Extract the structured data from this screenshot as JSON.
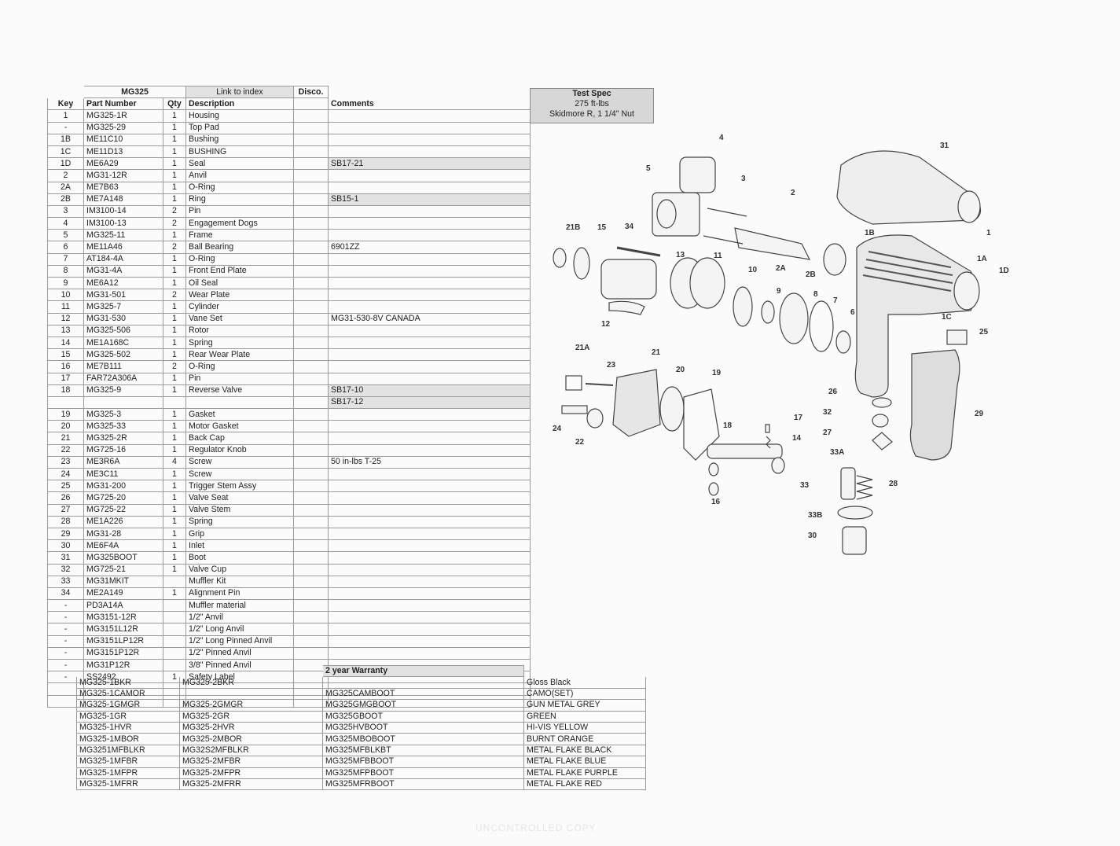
{
  "header": {
    "model": "MG325",
    "link": "Link to index",
    "disco": "Disco.",
    "col_key": "Key",
    "col_part": "Part Number",
    "col_qty": "Qty",
    "col_desc": "Description",
    "col_comments": "Comments"
  },
  "test_spec": {
    "title": "Test Spec",
    "torque": "275 ft-lbs",
    "fixture": "Skidmore R, 1 1/4\" Nut"
  },
  "parts": [
    {
      "key": "1",
      "part": "MG325-1R",
      "qty": "1",
      "desc": "Housing",
      "comment": ""
    },
    {
      "key": "-",
      "part": "MG325-29",
      "qty": "1",
      "desc": "Top Pad",
      "comment": ""
    },
    {
      "key": "1B",
      "part": "ME11C10",
      "qty": "1",
      "desc": "Bushing",
      "comment": ""
    },
    {
      "key": "1C",
      "part": "ME11D13",
      "qty": "1",
      "desc": "BUSHING",
      "comment": ""
    },
    {
      "key": "1D",
      "part": "ME6A29",
      "qty": "1",
      "desc": "Seal",
      "comment": "SB17-21",
      "shade": true
    },
    {
      "key": "2",
      "part": "MG31-12R",
      "qty": "1",
      "desc": "Anvil",
      "comment": ""
    },
    {
      "key": "2A",
      "part": "ME7B63",
      "qty": "1",
      "desc": "O-Ring",
      "comment": ""
    },
    {
      "key": "2B",
      "part": "ME7A148",
      "qty": "1",
      "desc": "Ring",
      "comment": "SB15-1",
      "shade": true
    },
    {
      "key": "3",
      "part": "IM3100-14",
      "qty": "2",
      "desc": "Pin",
      "comment": ""
    },
    {
      "key": "4",
      "part": "IM3100-13",
      "qty": "2",
      "desc": "Engagement Dogs",
      "comment": ""
    },
    {
      "key": "5",
      "part": "MG325-11",
      "qty": "1",
      "desc": "Frame",
      "comment": ""
    },
    {
      "key": "6",
      "part": "ME11A46",
      "qty": "2",
      "desc": "Ball Bearing",
      "comment": "6901ZZ"
    },
    {
      "key": "7",
      "part": "AT184-4A",
      "qty": "1",
      "desc": "O-Ring",
      "comment": ""
    },
    {
      "key": "8",
      "part": "MG31-4A",
      "qty": "1",
      "desc": "Front End Plate",
      "comment": ""
    },
    {
      "key": "9",
      "part": "ME6A12",
      "qty": "1",
      "desc": "Oil Seal",
      "comment": ""
    },
    {
      "key": "10",
      "part": "MG31-501",
      "qty": "2",
      "desc": "Wear Plate",
      "comment": ""
    },
    {
      "key": "11",
      "part": "MG325-7",
      "qty": "1",
      "desc": "Cylinder",
      "comment": ""
    },
    {
      "key": "12",
      "part": "MG31-530",
      "qty": "1",
      "desc": "Vane Set",
      "comment": "MG31-530-8V  CANADA"
    },
    {
      "key": "13",
      "part": "MG325-506",
      "qty": "1",
      "desc": "Rotor",
      "comment": ""
    },
    {
      "key": "14",
      "part": "ME1A168C",
      "qty": "1",
      "desc": "Spring",
      "comment": ""
    },
    {
      "key": "15",
      "part": "MG325-502",
      "qty": "1",
      "desc": "Rear Wear Plate",
      "comment": ""
    },
    {
      "key": "16",
      "part": "ME7B111",
      "qty": "2",
      "desc": "O-Ring",
      "comment": ""
    },
    {
      "key": "17",
      "part": "FAR72A306A",
      "qty": "1",
      "desc": "Pin",
      "comment": ""
    },
    {
      "key": "18",
      "part": "MG325-9",
      "qty": "1",
      "desc": "Reverse Valve",
      "comment": "SB17-10",
      "shade": true
    },
    {
      "key": "",
      "part": "",
      "qty": "",
      "desc": "",
      "comment": "SB17-12",
      "shade": true
    },
    {
      "key": "19",
      "part": "MG325-3",
      "qty": "1",
      "desc": "Gasket",
      "comment": ""
    },
    {
      "key": "20",
      "part": "MG325-33",
      "qty": "1",
      "desc": "Motor Gasket",
      "comment": ""
    },
    {
      "key": "21",
      "part": "MG325-2R",
      "qty": "1",
      "desc": "Back Cap",
      "comment": ""
    },
    {
      "key": "22",
      "part": "MG725-16",
      "qty": "1",
      "desc": "Regulator Knob",
      "comment": ""
    },
    {
      "key": "23",
      "part": "ME3R6A",
      "qty": "4",
      "desc": "Screw",
      "comment": "50 in-lbs  T-25"
    },
    {
      "key": "24",
      "part": "ME3C11",
      "qty": "1",
      "desc": "Screw",
      "comment": ""
    },
    {
      "key": "25",
      "part": "MG31-200",
      "qty": "1",
      "desc": "Trigger Stem Assy",
      "comment": ""
    },
    {
      "key": "26",
      "part": "MG725-20",
      "qty": "1",
      "desc": "Valve Seat",
      "comment": ""
    },
    {
      "key": "27",
      "part": "MG725-22",
      "qty": "1",
      "desc": "Valve Stem",
      "comment": ""
    },
    {
      "key": "28",
      "part": "ME1A226",
      "qty": "1",
      "desc": "Spring",
      "comment": ""
    },
    {
      "key": "29",
      "part": "MG31-28",
      "qty": "1",
      "desc": "Grip",
      "comment": ""
    },
    {
      "key": "30",
      "part": "ME6F4A",
      "qty": "1",
      "desc": "Inlet",
      "comment": ""
    },
    {
      "key": "31",
      "part": "MG325BOOT",
      "qty": "1",
      "desc": "Boot",
      "comment": ""
    },
    {
      "key": "32",
      "part": "MG725-21",
      "qty": "1",
      "desc": "Valve Cup",
      "comment": ""
    },
    {
      "key": "33",
      "part": "MG31MKIT",
      "qty": "",
      "desc": "Muffler Kit",
      "comment": ""
    },
    {
      "key": "34",
      "part": "ME2A149",
      "qty": "1",
      "desc": "Alignment Pin",
      "comment": ""
    },
    {
      "key": "-",
      "part": "PD3A14A",
      "qty": "",
      "desc": "Muffler material",
      "comment": ""
    },
    {
      "key": "-",
      "part": "MG3151-12R",
      "qty": "",
      "desc": "1/2\" Anvil",
      "comment": ""
    },
    {
      "key": "-",
      "part": "MG3151L12R",
      "qty": "",
      "desc": "1/2\" Long Anvil",
      "comment": ""
    },
    {
      "key": "-",
      "part": "MG3151LP12R",
      "qty": "",
      "desc": "1/2\" Long Pinned Anvil",
      "comment": ""
    },
    {
      "key": "-",
      "part": "MG3151P12R",
      "qty": "",
      "desc": "1/2\" Pinned Anvil",
      "comment": ""
    },
    {
      "key": "-",
      "part": "MG31P12R",
      "qty": "",
      "desc": "3/8\" Pinned Anvil",
      "comment": ""
    },
    {
      "key": "-",
      "part": "SS2492",
      "qty": "1",
      "desc": "Safety Label",
      "comment": ""
    },
    {
      "key": "",
      "part": "",
      "qty": "",
      "desc": "",
      "comment": ""
    },
    {
      "key": "",
      "part": "",
      "qty": "",
      "desc": "",
      "comment": ""
    }
  ],
  "warranty_label": "2 year Warranty",
  "variants": [
    {
      "housing": "MG325-1BKR",
      "cap": "MG325-2BKR",
      "boot": "",
      "color": "Gloss Black"
    },
    {
      "housing": "MG325-1CAMOR",
      "cap": "",
      "boot": "MG325CAMBOOT",
      "color": "CAMO(SET)"
    },
    {
      "housing": "MG325-1GMGR",
      "cap": "MG325-2GMGR",
      "boot": "MG325GMGBOOT",
      "color": "GUN METAL GREY"
    },
    {
      "housing": "MG325-1GR",
      "cap": "MG325-2GR",
      "boot": "MG325GBOOT",
      "color": "GREEN"
    },
    {
      "housing": "MG325-1HVR",
      "cap": "MG325-2HVR",
      "boot": "MG325HVBOOT",
      "color": "HI-VIS YELLOW"
    },
    {
      "housing": "MG325-1MBOR",
      "cap": "MG325-2MBOR",
      "boot": "MG325MBOBOOT",
      "color": "BURNT ORANGE"
    },
    {
      "housing": "MG3251MFBLKR",
      "cap": "MG32S2MFBLKR",
      "boot": "MG325MFBLKBT",
      "color": "METAL FLAKE BLACK"
    },
    {
      "housing": "MG325-1MFBR",
      "cap": "MG325-2MFBR",
      "boot": "MG325MFBBOOT",
      "color": "METAL FLAKE BLUE"
    },
    {
      "housing": "MG325-1MFPR",
      "cap": "MG325-2MFPR",
      "boot": "MG325MFPBOOT",
      "color": "METAL FLAKE PURPLE"
    },
    {
      "housing": "MG325-1MFRR",
      "cap": "MG325-2MFRR",
      "boot": "MG325MFRBOOT",
      "color": "METAL FLAKE RED"
    }
  ],
  "diagram_labels": [
    "4",
    "31",
    "5",
    "3",
    "2",
    "21B",
    "15",
    "34",
    "1B",
    "1",
    "13",
    "11",
    "1A",
    "1D",
    "10",
    "2A",
    "2B",
    "9",
    "8",
    "7",
    "6",
    "12",
    "1C",
    "25",
    "21A",
    "21",
    "23",
    "20",
    "19",
    "26",
    "32",
    "29",
    "17",
    "24",
    "18",
    "14",
    "22",
    "27",
    "33A",
    "28",
    "33",
    "33B",
    "16",
    "30"
  ],
  "watermark": "UNCONTROLLED COPY"
}
